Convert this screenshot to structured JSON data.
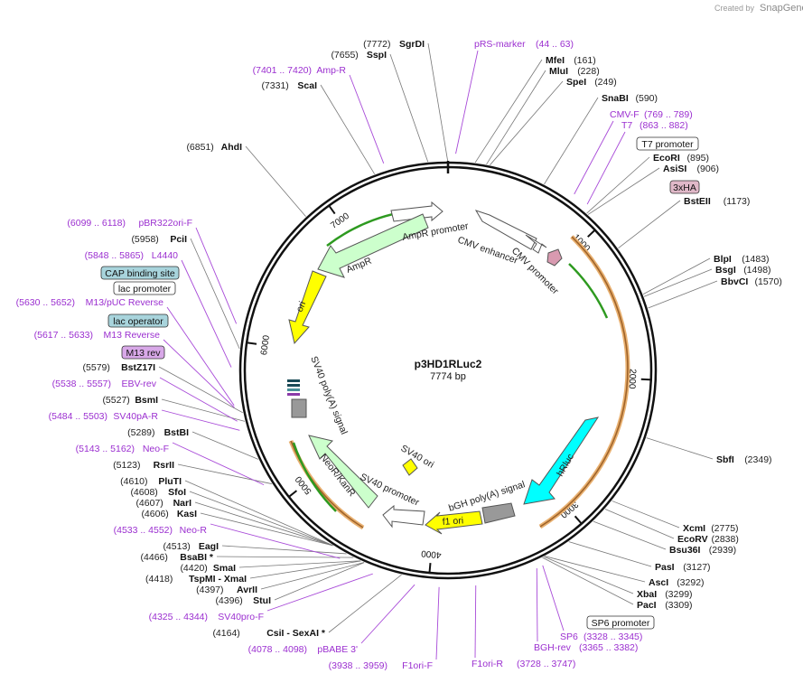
{
  "credit": {
    "prefix": "Created by",
    "brand": "SnapGene"
  },
  "plasmid": {
    "name": "p3HD1RLuc2",
    "length_label": "7774 bp",
    "length": 7774
  },
  "ticks": [
    "1000",
    "2000",
    "3000",
    "4000",
    "5000",
    "6000",
    "7000"
  ],
  "features": [
    {
      "label": "AmpR promoter",
      "color": "#ffffff"
    },
    {
      "label": "AmpR",
      "color": "#ccffcc"
    },
    {
      "label": "ori",
      "color": "#ffff00"
    },
    {
      "label": "CMV enhancer",
      "color": "#ffffff"
    },
    {
      "label": "CMV promoter",
      "color": "#ffffff"
    },
    {
      "label": "hRluc",
      "color": "#00ffff"
    },
    {
      "label": "bGH poly(A) signal",
      "color": "#999999"
    },
    {
      "label": "f1 ori",
      "color": "#ffff00"
    },
    {
      "label": "SV40 promoter",
      "color": "#ffffff"
    },
    {
      "label": "NeoR/KanR",
      "color": "#ccffcc"
    },
    {
      "label": "SV40 poly(A) signal",
      "color": "#999999"
    },
    {
      "label": "SV40 ori",
      "color": "#ffff00"
    }
  ],
  "boxed_labels": [
    {
      "text": "T7 promoter",
      "fill": "#ffffff"
    },
    {
      "text": "3xHA",
      "fill": "#e0b8c8"
    },
    {
      "text": "CAP binding site",
      "fill": "#a8d4dc"
    },
    {
      "text": "lac promoter",
      "fill": "#ffffff"
    },
    {
      "text": "lac operator",
      "fill": "#a8d4dc"
    },
    {
      "text": "M13 rev",
      "fill": "#d8a8e8"
    },
    {
      "text": "SP6 promoter",
      "fill": "#ffffff"
    }
  ],
  "right_labels": [
    {
      "coord": "(161)",
      "name": "MfeI"
    },
    {
      "coord": "(228)",
      "name": "MluI"
    },
    {
      "coord": "(249)",
      "name": "SpeI"
    },
    {
      "coord": "(590)",
      "name": "SnaBI"
    },
    {
      "coord": "(895)",
      "name": "EcoRI"
    },
    {
      "coord": "(906)",
      "name": "AsiSI"
    },
    {
      "coord": "(1173)",
      "name": "BstEII"
    },
    {
      "coord": "(1483)",
      "name": "BlpI"
    },
    {
      "coord": "(1498)",
      "name": "BsgI"
    },
    {
      "coord": "(1570)",
      "name": "BbvCI"
    },
    {
      "coord": "(2349)",
      "name": "SbfI"
    },
    {
      "coord": "(2775)",
      "name": "XcmI"
    },
    {
      "coord": "(2838)",
      "name": "EcoRV"
    },
    {
      "coord": "(2939)",
      "name": "Bsu36I"
    },
    {
      "coord": "(3127)",
      "name": "PasI"
    },
    {
      "coord": "(3292)",
      "name": "AscI"
    },
    {
      "coord": "(3299)",
      "name": "XbaI"
    },
    {
      "coord": "(3309)",
      "name": "PacI"
    }
  ],
  "right_primers": [
    {
      "name": "pRS-marker",
      "coord": "(44 .. 63)"
    },
    {
      "name": "CMV-F",
      "coord": "(769 .. 789)"
    },
    {
      "name": "T7",
      "coord": "(863 .. 882)"
    },
    {
      "name": "SP6",
      "coord": "(3328 .. 3345)"
    },
    {
      "name": "BGH-rev",
      "coord": "(3365 .. 3382)"
    },
    {
      "name": "F1ori-R",
      "coord": "(3728 .. 3747)"
    }
  ],
  "left_labels": [
    {
      "coord": "(7772)",
      "name": "SgrDI"
    },
    {
      "coord": "(7655)",
      "name": "SspI"
    },
    {
      "coord": "(7331)",
      "name": "ScaI"
    },
    {
      "coord": "(6851)",
      "name": "AhdI"
    },
    {
      "coord": "(5958)",
      "name": "PciI"
    },
    {
      "coord": "(5579)",
      "name": "BstZ17I"
    },
    {
      "coord": "(5527)",
      "name": "BsmI"
    },
    {
      "coord": "(5289)",
      "name": "BstBI"
    },
    {
      "coord": "(5123)",
      "name": "RsrII"
    },
    {
      "coord": "(4610)",
      "name": "PluTI"
    },
    {
      "coord": "(4608)",
      "name": "SfoI"
    },
    {
      "coord": "(4607)",
      "name": "NarI"
    },
    {
      "coord": "(4606)",
      "name": "KasI"
    },
    {
      "coord": "(4513)",
      "name": "EagI"
    },
    {
      "coord": "(4466)",
      "name": "BsaBI *"
    },
    {
      "coord": "(4420)",
      "name": "SmaI"
    },
    {
      "coord": "(4418)",
      "name": "TspMI - XmaI"
    },
    {
      "coord": "(4397)",
      "name": "AvrII"
    },
    {
      "coord": "(4396)",
      "name": "StuI"
    },
    {
      "coord": "(4164)",
      "name": "CsiI - SexAI *"
    }
  ],
  "left_primers": [
    {
      "coord": "(7401 .. 7420)",
      "name": "Amp-R"
    },
    {
      "coord": "(6099 .. 6118)",
      "name": "pBR322ori-F"
    },
    {
      "coord": "(5848 .. 5865)",
      "name": "L4440"
    },
    {
      "coord": "(5630 .. 5652)",
      "name": "M13/pUC Reverse"
    },
    {
      "coord": "(5617 .. 5633)",
      "name": "M13 Reverse"
    },
    {
      "coord": "(5538 .. 5557)",
      "name": "EBV-rev"
    },
    {
      "coord": "(5484 .. 5503)",
      "name": "SV40pA-R"
    },
    {
      "coord": "(5143 .. 5162)",
      "name": "Neo-F"
    },
    {
      "coord": "(4533 .. 4552)",
      "name": "Neo-R"
    },
    {
      "coord": "(4325 .. 4344)",
      "name": "SV40pro-F"
    },
    {
      "coord": "(4078 .. 4098)",
      "name": "pBABE 3'"
    },
    {
      "coord": "(3938 .. 3959)",
      "name": "F1ori-F"
    }
  ]
}
